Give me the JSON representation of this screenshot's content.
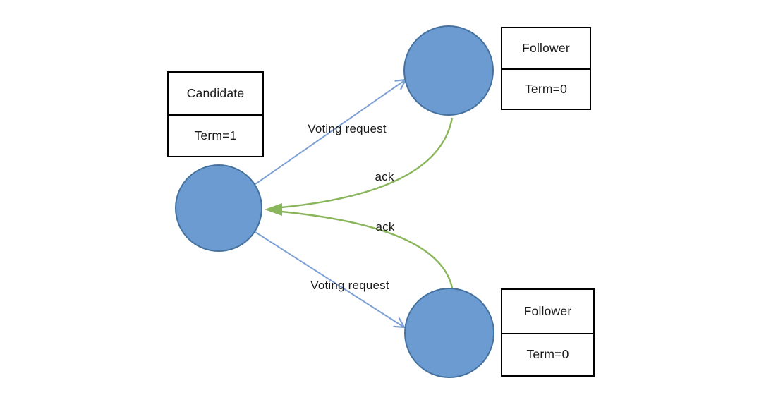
{
  "diagram": {
    "type": "raft-leader-election",
    "nodes": {
      "candidate": {
        "label": "Candidate",
        "term": "Term=1"
      },
      "follower_top": {
        "label": "Follower",
        "term": "Term=0"
      },
      "follower_bottom": {
        "label": "Follower",
        "term": "Term=0"
      }
    },
    "edges": {
      "request_top": {
        "label": "Voting request",
        "direction": "candidate-to-follower-top"
      },
      "request_bottom": {
        "label": "Voting request",
        "direction": "candidate-to-follower-bottom"
      },
      "ack_top": {
        "label": "ack",
        "direction": "follower-top-to-candidate"
      },
      "ack_bottom": {
        "label": "ack",
        "direction": "follower-bottom-to-candidate"
      }
    },
    "colors": {
      "node_fill": "#6C9BD2",
      "node_stroke": "#44719E",
      "request_arrow": "#7CA0D4",
      "ack_arrow": "#89B55B",
      "box_border": "#000000",
      "text": "#1a1a1a",
      "background": "#ffffff"
    }
  }
}
